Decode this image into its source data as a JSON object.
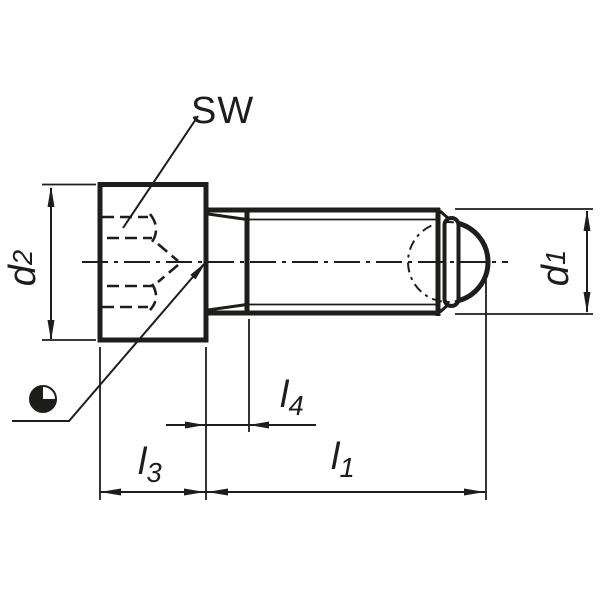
{
  "drawing": {
    "type": "engineering-drawing",
    "subject": "ball-point set screw with hex socket, side section view",
    "labels": {
      "sw": "SW",
      "d1": {
        "base": "d",
        "sub": "1"
      },
      "d2": {
        "base": "d",
        "sub": "2"
      },
      "l1": {
        "base": "l",
        "sub": "1"
      },
      "l3": {
        "base": "l",
        "sub": "3"
      },
      "l4": {
        "base": "l",
        "sub": "4"
      }
    },
    "colors": {
      "line": "#1d1d1b",
      "background": "#ffffff"
    }
  }
}
